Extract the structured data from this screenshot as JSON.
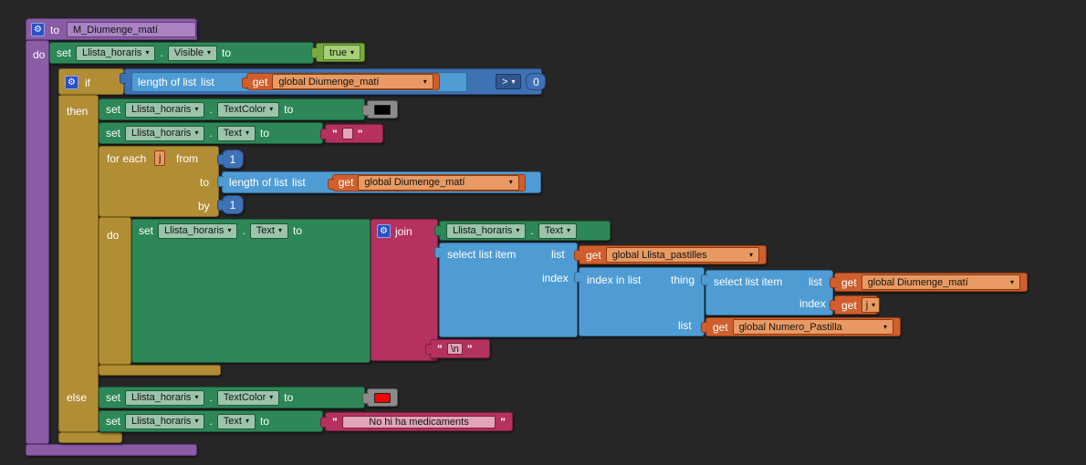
{
  "ui": {
    "dropdown_arrow": "▾",
    "mutator_gear": "⚙",
    "dot": ".",
    "quote": "\""
  },
  "colors": {
    "swatch_black": "#000000",
    "swatch_red": "#ff0000",
    "mutator_icon_blue": "#2b50c7"
  },
  "proc": {
    "kw_to": "to",
    "name": "M_Diumenge_matí",
    "kw_do": "do"
  },
  "if_block": {
    "kw_if": "if",
    "kw_then": "then",
    "kw_else": "else"
  },
  "kw": {
    "set": "set",
    "to": "to",
    "get": "get",
    "join": "join",
    "do": "do",
    "for_each": "for each",
    "from": "from",
    "by": "by",
    "length_of_list": "length of list",
    "list": "list",
    "select_list_item": "select list item",
    "index": "index",
    "index_in_list": "index in list",
    "thing": "thing",
    "gt": ">",
    "true": "true"
  },
  "fields": {
    "component": "Llista_horaris",
    "prop_visible": "Visible",
    "prop_textcolor": "TextColor",
    "prop_text": "Text",
    "var_j": "j",
    "num_zero": "0",
    "num_one": "1",
    "global_diumenge": "global Diumenge_matí",
    "global_pastilles": "global Llista_pastilles",
    "global_numero": "global Numero_Pastilla",
    "text_empty": " ",
    "text_newline": "\\n",
    "text_no_meds": "No hi ha medicaments"
  }
}
